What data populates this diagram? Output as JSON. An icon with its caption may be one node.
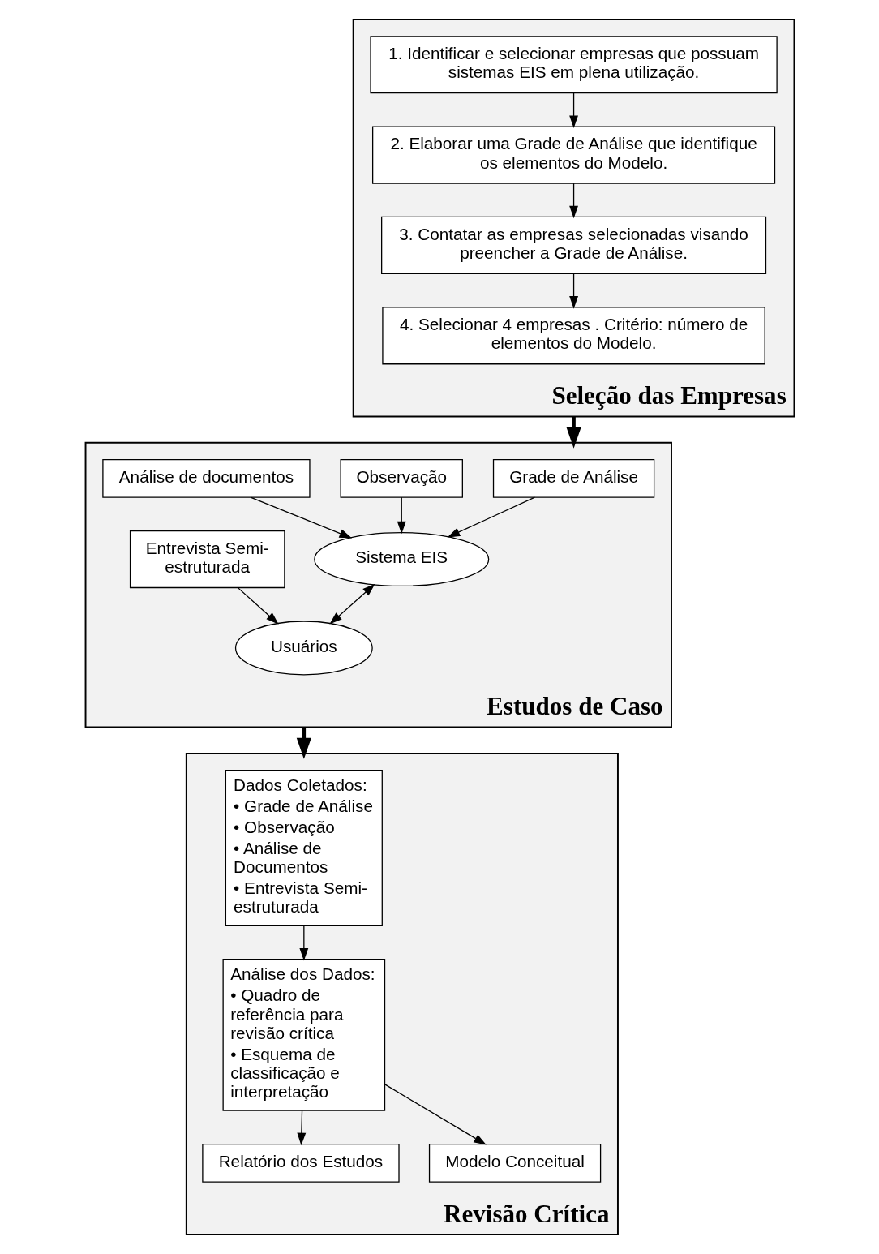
{
  "diagram": {
    "nodes": [
      {
        "text": [
          "Seleção das Empresas"
        ]
      },
      {
        "text": [
          "1. Identificar e selecionar empresas que possuam sistemas EIS em plena utilização."
        ],
        "in": 0
      },
      {
        "text": [
          "2. Elaborar uma Grade de Análise que identifique os elementos do Modelo."
        ],
        "in": 0
      },
      {
        "text": [
          "3. Contatar as empresas selecionadas visando preencher a Grade de Análise."
        ],
        "in": 0
      },
      {
        "text": [
          "4. Selecionar 4 empresas . Critério: número de elementos do Modelo."
        ],
        "in": 0
      },
      {
        "text": [
          "Estudos de Caso"
        ]
      },
      {
        "text": [
          "Grade de Análise"
        ],
        "in": 5
      },
      {
        "text": [
          "Observação"
        ],
        "in": 5
      },
      {
        "text": [
          "Análise de documentos"
        ],
        "in": 5
      },
      {
        "text": [
          "Entrevista Semi-estruturada"
        ],
        "in": 5
      },
      {
        "text": [
          "Sistema EIS"
        ],
        "in": 5
      },
      {
        "text": [
          "Usuários"
        ],
        "in": 5
      },
      {
        "text": [
          "Revisão Crítica"
        ]
      },
      {
        "text": [
          "Dados Coletados:",
          "• Grade de Análise",
          "• Observação",
          "• Análise de Documentos",
          "• Entrevista Semi-estruturada"
        ],
        "in": 12
      },
      {
        "text": [
          "Análise dos Dados:",
          "• Quadro de referência para revisão crítica",
          "• Esquema de classificação e interpretação"
        ],
        "in": 12
      },
      {
        "text": [
          "Relatório dos Estudos"
        ],
        "in": 12
      },
      {
        "text": [
          "Modelo Conceitual"
        ],
        "in": 12
      }
    ],
    "edges": [
      {
        "from": 1,
        "to": 2,
        "arrow": "to"
      },
      {
        "from": 2,
        "to": 3,
        "arrow": "to"
      },
      {
        "from": 3,
        "to": 4,
        "arrow": "to"
      },
      {
        "from": 0,
        "to": 5,
        "arrow": "to",
        "style": "thick"
      },
      {
        "from": 5,
        "to": 12,
        "arrow": "to",
        "style": "thick"
      },
      {
        "from": 6,
        "to": 10,
        "arrow": "to"
      },
      {
        "from": 7,
        "to": 10,
        "arrow": "to"
      },
      {
        "from": 8,
        "to": 10,
        "arrow": "to"
      },
      {
        "from": 9,
        "to": 11,
        "arrow": "to"
      },
      {
        "from": 10,
        "to": 11,
        "arrow": "both"
      },
      {
        "from": 13,
        "to": 14,
        "arrow": "to"
      },
      {
        "from": 14,
        "to": 15,
        "arrow": "to"
      },
      {
        "from": 14,
        "to": 16,
        "arrow": "to"
      }
    ]
  }
}
